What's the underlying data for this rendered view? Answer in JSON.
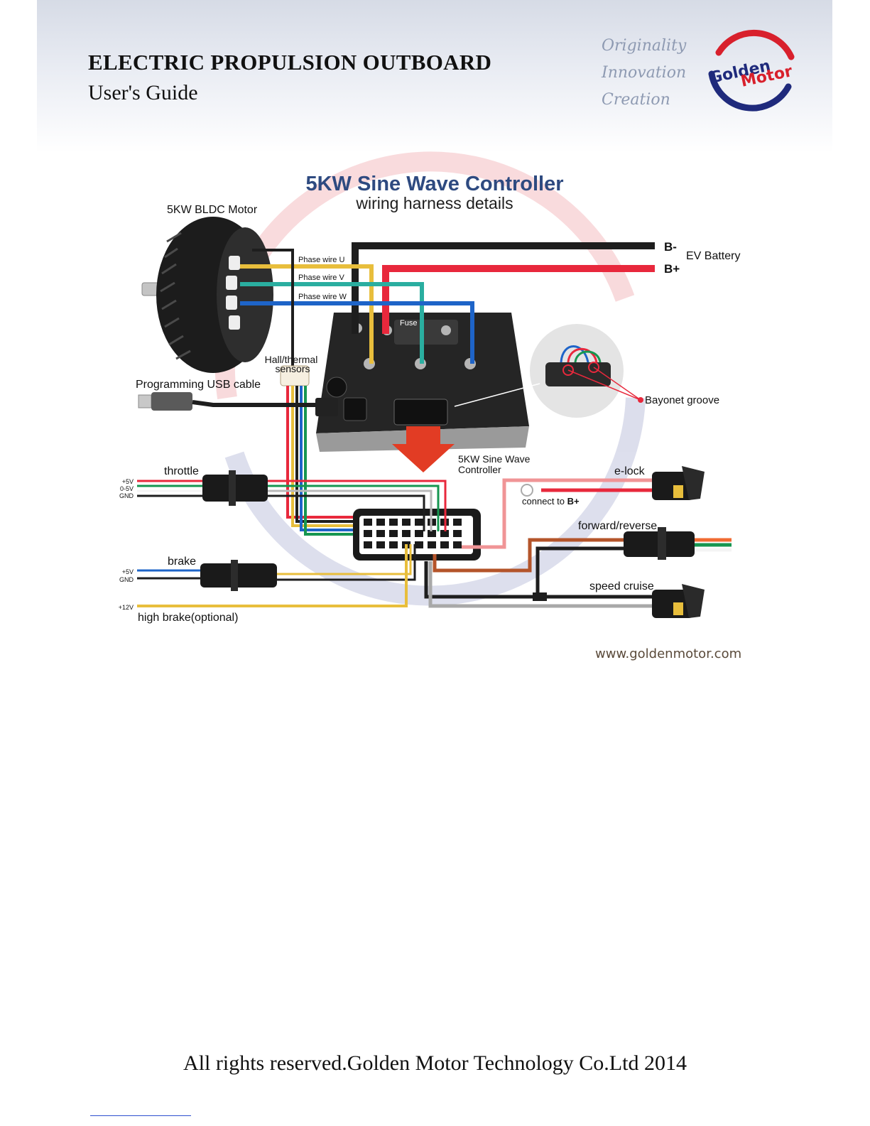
{
  "header": {
    "title": "ELECTRIC PROPULSION OUTBOARD",
    "subtitle": "User's Guide",
    "slogans": [
      "Originality",
      "Innovation",
      "Creation"
    ],
    "logo": {
      "line1": "Golden",
      "line2": "Motor",
      "colors": {
        "red": "#d8202c",
        "blue": "#1f2a7c"
      }
    }
  },
  "diagram": {
    "title": "5KW Sine Wave Controller",
    "subtitle": "wiring harness details",
    "motor_label": "5KW BLDC Motor",
    "phase_u": "Phase wire U",
    "phase_v": "Phase wire V",
    "phase_w": "Phase wire W",
    "b_minus": "B-",
    "b_plus": "B+",
    "battery": "EV  Battery",
    "fuse": "Fuse",
    "hall_line1": "Hall/thermal",
    "hall_line2": "sensors",
    "usb": "Programming USB cable",
    "bayonet": "Bayonet groove",
    "controller_line1": "5KW Sine Wave",
    "controller_line2": "Controller",
    "throttle": "throttle",
    "throttle_pins": [
      "+5V",
      "0-5V",
      "GND"
    ],
    "elock": "e-lock",
    "connect_to": "connect to ",
    "connect_target": "B+",
    "forward_reverse": "forward/reverse",
    "brake": "brake",
    "brake_pins": [
      "+5V",
      "GND"
    ],
    "speed_cruise": "speed cruise",
    "high_brake_pin": "+12V",
    "high_brake": "high brake(optional)",
    "wire_colors": {
      "black": "#1e1e1e",
      "red": "#e8283c",
      "yellow": "#e8be3c",
      "teal": "#2aaea0",
      "blue": "#1e64c8",
      "green": "#169650",
      "brown": "#b4542a",
      "orange": "#f06a32",
      "gray": "#a8a8a8",
      "pink": "#f09496",
      "white": "#f4f4f4",
      "navy": "#2e3a8c"
    }
  },
  "website": "www.goldenmotor.com",
  "footer": "All rights reserved.Golden Motor Technology Co.Ltd  2014"
}
